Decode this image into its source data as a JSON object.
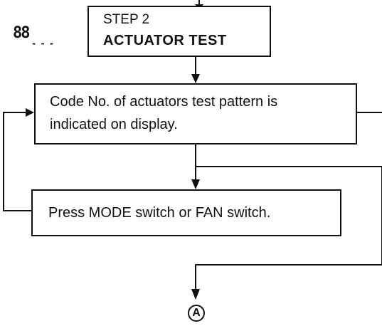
{
  "step_box": {
    "step_label": "STEP 2",
    "title": "ACTUATOR TEST"
  },
  "display_icon": {
    "digits": "88",
    "segments": "- - -"
  },
  "box_code": {
    "line1": "Code No. of actuators test pattern is",
    "line2": "indicated on display."
  },
  "box_press": {
    "text": "Press MODE switch or FAN switch."
  },
  "connector": {
    "label": "A"
  }
}
